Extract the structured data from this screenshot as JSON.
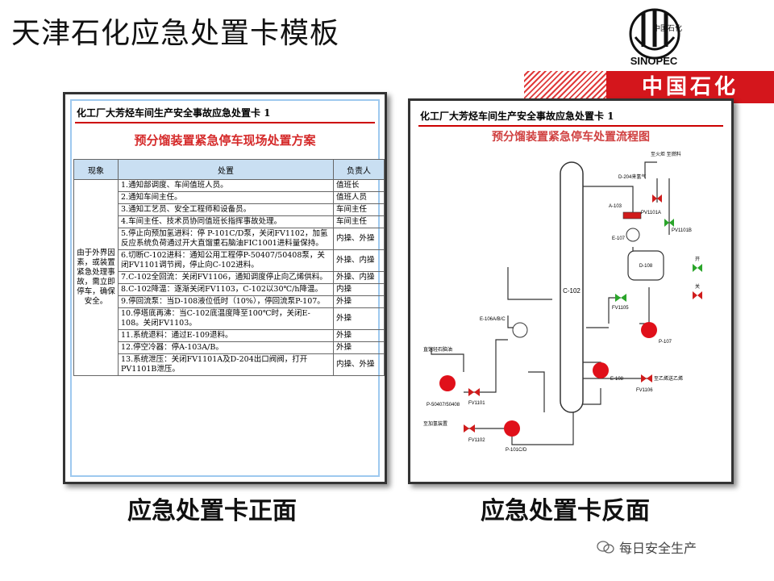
{
  "slide": {
    "title": "天津石化应急处置卡模板"
  },
  "brand": {
    "name": "中国石化",
    "logo_text": "中国石化",
    "logo_wordmark": "SINOPEC"
  },
  "front_card": {
    "header": "化工厂大芳烃车间生产安全事故应急处置卡 1",
    "subtitle": "预分馏装置紧急停车现场处置方案",
    "columns": [
      "现象",
      "处置",
      "负责人"
    ],
    "phenomenon": "由于外界因素，或装置紧急处理事故，需立即停车，确保安全。",
    "rows": [
      {
        "action": "1.通知部调度、车间值班人员。",
        "owner": "值班长"
      },
      {
        "action": "2.通知车间主任。",
        "owner": "值班人员"
      },
      {
        "action": "3.通知工艺员、安全工程师和设备员。",
        "owner": "车间主任"
      },
      {
        "action": "4.车间主任、技术员协同值班长指挥事故处理。",
        "owner": "车间主任"
      },
      {
        "action": "5.停止向预加氢进料：停 P-101C/D泵，关闭FV1102，加氢反应系统负荷通过开大直馏重石脑油FIC1001进料量保持。",
        "owner": "内操、外操"
      },
      {
        "action": "6.切断C-102进料：通知公用工程停P-50407/50408泵，关闭FV1101调节阀，停止向C-102进料。",
        "owner": "外操、内操"
      },
      {
        "action": "7.C-102全回流：关闭FV1106，通知调度停止向乙烯供料。",
        "owner": "外操、内操"
      },
      {
        "action": "8.C-102降温：逐渐关闭FV1103，C-102以30℃/h降温。",
        "owner": "内操"
      },
      {
        "action": "9.停回流泵：当D-108液位低时（10%），停回流泵P-107。",
        "owner": "外操"
      },
      {
        "action": "10.停塔底再沸：当C-102底温度降至100℃时，关闭E-108。关闭FV1103。",
        "owner": "外操"
      },
      {
        "action": "11.系统退料：通过E-109退料。",
        "owner": "外操"
      },
      {
        "action": "12.停空冷器：停A-103A/B。",
        "owner": "外操"
      },
      {
        "action": "13.系统泄压：关闭FV1101A及D-204出口阀阀，打开PV1101B泄压。",
        "owner": "内操、外操"
      }
    ]
  },
  "back_card": {
    "header": "化工厂大芳烃车间生产安全事故应急处置卡 1",
    "subtitle": "预分馏装置紧急停车处置流程图",
    "labels": {
      "d204": "D-204来氢气",
      "fuel": "至火炬 至燃料",
      "a103": "A-103",
      "pv1101a": "PV1101A",
      "pv1101b": "PV1101B",
      "e107": "E-107",
      "d108": "D-108",
      "c102": "C-102",
      "e106": "E-106A/B/C",
      "fv1105": "FV1105",
      "p107": "P-107",
      "e108": "E-108",
      "fv1106": "FV1106",
      "to_ethylene": "至乙烯送乙烯",
      "feed_top": "直馏轻石脑油",
      "fv1101": "FV1101",
      "p50407": "P-50407/50408",
      "feed_bottom": "至加氢装置",
      "fv1102": "FV1102",
      "p101": "P-101C/D",
      "legend_open": "开",
      "legend_close": "关"
    },
    "colors": {
      "pump": "#e0101a",
      "valve_open": "#2aa52a",
      "valve_close": "#d01c1c",
      "line": "#333333"
    }
  },
  "captions": {
    "front": "应急处置卡正面",
    "back": "应急处置卡反面"
  },
  "watermark": {
    "text": "每日安全生产"
  }
}
